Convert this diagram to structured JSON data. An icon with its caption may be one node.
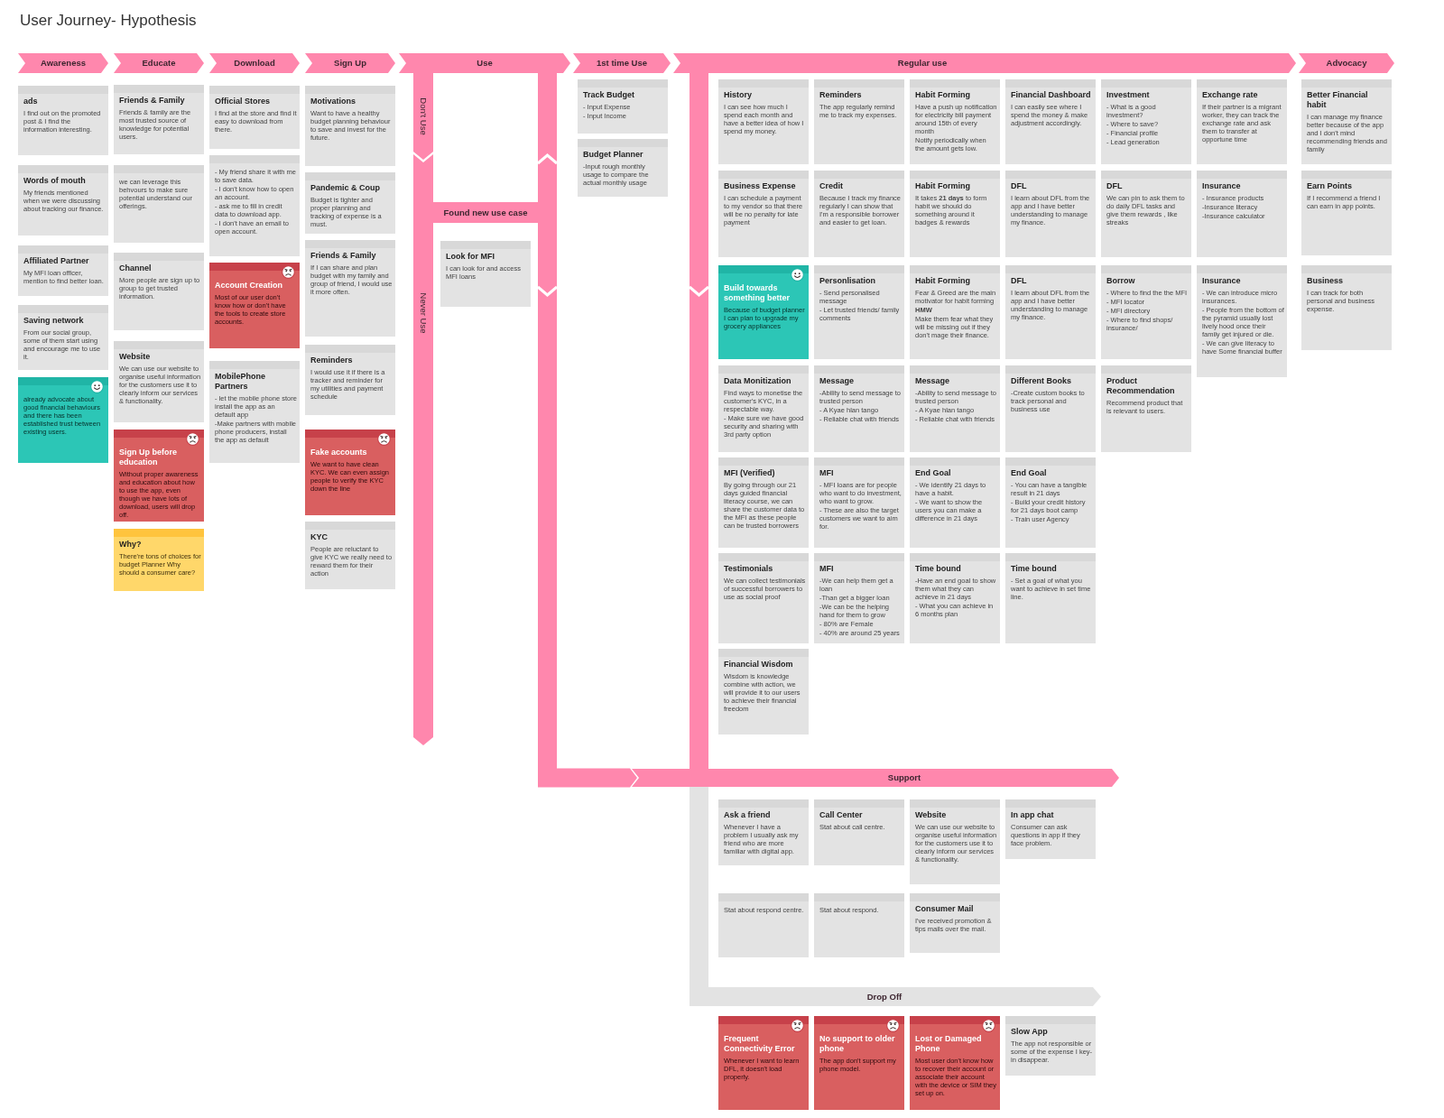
{
  "diagram": {
    "title": "User Journey- Hypothesis",
    "nodes": [
      {
        "text": [
          "Awareness"
        ]
      },
      {
        "text": [
          "Educate"
        ]
      },
      {
        "text": [
          "Download"
        ]
      },
      {
        "text": [
          "Sign Up"
        ]
      },
      {
        "text": [
          "Use"
        ]
      },
      {
        "text": [
          "1st time Use"
        ]
      },
      {
        "text": [
          "Regular use"
        ]
      },
      {
        "text": [
          "Advocacy"
        ]
      },
      {
        "text": [
          "Don't Use"
        ]
      },
      {
        "text": [
          "Never Use"
        ]
      },
      {
        "text": [
          "Found new use case"
        ]
      },
      {
        "text": [
          "Support"
        ]
      },
      {
        "text": [
          "Drop Off"
        ]
      },
      {
        "text": [
          "ads",
          "I find out on the promoted post & I find the information interesting."
        ]
      },
      {
        "text": [
          "Words of mouth",
          "My friends mentioned when we were discussing about tracking our finance."
        ]
      },
      {
        "text": [
          "Affiliated Partner",
          "My MFI loan officer, mention to find better loan."
        ]
      },
      {
        "text": [
          "Saving network",
          "From our social group, some of them start using and encourage me to use it."
        ]
      },
      {
        "text": [
          "already advocate about good financial behaviours and there has been established trust between existing users."
        ]
      },
      {
        "text": [
          "Friends & Family",
          "Friends & family are the most trusted source of knowledge for potential users."
        ]
      },
      {
        "text": [
          "we can leverage this behvours to make sure potential understand our offerings."
        ]
      },
      {
        "text": [
          "Channel",
          "More people are sign up to group to get trusted information."
        ]
      },
      {
        "text": [
          "Website",
          "We can use our website to organise useful information for the customers use it to clearly inform our services & functionality."
        ]
      },
      {
        "text": [
          "Sign Up before education",
          "Without proper awareness and education about how to use the app, even though we have lots of download, users will drop off."
        ]
      },
      {
        "text": [
          "Why?",
          "There're tons of choices for budget Planner Why should a consumer care?"
        ]
      },
      {
        "text": [
          "Official Stores",
          "I find at the store and find it easy to download from there."
        ]
      },
      {
        "text": [
          "- My friend share it with me to save data.",
          "- I don't know how to open an account.",
          "- ask me to fill in credit data to download app.",
          "- I don't have an email to open account."
        ]
      },
      {
        "text": [
          "Account Creation",
          "Most of our user don't know how or don't have the tools to create store accounts."
        ]
      },
      {
        "text": [
          "MobilePhone Partners",
          "- let the mobile phone store install the app as an default app",
          "-Make partners with mobile phone producers, install the app as default"
        ]
      },
      {
        "text": [
          "Motivations",
          "Want to have a healthy budget planning behaviour to save and invest for the future."
        ]
      },
      {
        "text": [
          "Pandemic & Coup",
          "Budget is tighter and proper planning and tracking of expense is a must."
        ]
      },
      {
        "text": [
          "Friends & Family",
          "If I can share and plan budget with my family and group of friend, I would use it more often."
        ]
      },
      {
        "text": [
          "Reminders",
          "I would use it if there is a tracker and reminder for my utilities and payment schedule"
        ]
      },
      {
        "text": [
          "Fake accounts",
          "We want to have clean KYC. We can even assign people to verify the KYC down the line"
        ]
      },
      {
        "text": [
          "KYC",
          "People are reluctant to give KYC we really need to reward them for their action"
        ]
      },
      {
        "text": [
          "Look for MFI",
          "I can look for and access MFI loans"
        ]
      },
      {
        "text": [
          "Track Budget",
          "- Input Expense",
          "- Input Income"
        ]
      },
      {
        "text": [
          "Budget Planner",
          "-Input rough monthly usage to compare the actual monthly usage"
        ]
      },
      {
        "text": [
          "History",
          "I can see how much I spend each month and have a better idea of how I spend my money."
        ]
      },
      {
        "text": [
          "Reminders",
          "The app regularly remind me to track my expenses."
        ]
      },
      {
        "text": [
          "Habit Forming",
          "Have a push up notification for electricity bill payment around 15th of every month",
          "Notify periodically when the amount gets low."
        ]
      },
      {
        "text": [
          "Financial Dashboard",
          "I can easily see where I spend the money & make adjustment accordingly."
        ]
      },
      {
        "text": [
          "Investment",
          "- What is a good investment?",
          "- Where to save?",
          "- Financial profile",
          "- Lead generation"
        ]
      },
      {
        "text": [
          "Exchange rate",
          "If their partner is a migrant worker, they can track the exchange rate and ask them to transfer at opportune time"
        ]
      },
      {
        "text": [
          "Business Expense",
          "I can schedule a payment to my vendor so that there will be no penalty for late payment"
        ]
      },
      {
        "text": [
          "Credit",
          "Because I track my finance regularly I can show that I'm a responsible borrower and easier to get loan."
        ]
      },
      {
        "text": [
          "Habit Forming",
          "It takes **21 days** to form habit we should do something around it badges & rewards"
        ]
      },
      {
        "text": [
          "DFL",
          "I learn about DFL from the app and I have better understanding to manage my finance."
        ]
      },
      {
        "text": [
          "DFL",
          "We can pin to ask them to do daily DFL tasks and give them rewards , like streaks"
        ]
      },
      {
        "text": [
          "Insurance",
          "- Insurance products",
          "-Insurance literacy",
          "-Insurance calculator"
        ]
      },
      {
        "text": [
          "Build towards something better",
          "Because of budget planner I can plan to upgrade my grocery appliances"
        ]
      },
      {
        "text": [
          "Personlisation",
          "- Send personalised message",
          "- Let trusted friends/ family comments"
        ]
      },
      {
        "text": [
          "Habit Forming",
          "Fear & Greed are the main motivator for habit forming",
          "HMW",
          "Make them fear what they will be missing out if they don't mage their finance."
        ]
      },
      {
        "text": [
          "DFL",
          "I learn about DFL from the app and I have better understanding to manage my finance."
        ]
      },
      {
        "text": [
          "Borrow",
          "- Where to find the the MFI",
          "- MFI locator",
          "- MFI directory",
          "- Where to find shops/ insurance/"
        ]
      },
      {
        "text": [
          "Insurance",
          "- We can introduce micro insurances.",
          "- People from the bottom of the pyramid usually lost lively hood once their family get injured or die.",
          "- We can give literacy to have Some financial buffer"
        ]
      },
      {
        "text": [
          "Data Monitization",
          "Find ways to monetise the customer's KYC, in a respectable way.",
          "- Make sure we have good security and sharing with 3rd party option"
        ]
      },
      {
        "text": [
          "Message",
          "-Ability to send message to trusted person",
          "- A Kyae hlan tango",
          "- Reliable chat with friends"
        ]
      },
      {
        "text": [
          "Message",
          "-Ability to send message to trusted person",
          "- A Kyae hlan tango",
          "- Reliable chat with friends"
        ]
      },
      {
        "text": [
          "Different Books",
          "-Create custom books to track personal and business use"
        ]
      },
      {
        "text": [
          "Product Recommendation",
          "Recommend product that is relevant to users."
        ]
      },
      {
        "text": [
          "MFI (Verified)",
          "By going through our 21 days guided financial literacy course, we can share the customer data to the MFI as these people can be trusted borrowers"
        ]
      },
      {
        "text": [
          "MFI",
          "- MFI loans are for people who want to do investment, who want to grow.",
          "- These are also the target customers we want to aim for."
        ]
      },
      {
        "text": [
          "End Goal",
          "- We identify 21 days to have a habit.",
          "- We want to show the users you can make a difference in 21 days"
        ]
      },
      {
        "text": [
          "End Goal",
          "- You can have a tangible result in 21 days",
          "- Build your credit history for 21 days boot camp",
          "- Train user Agency"
        ]
      },
      {
        "text": [
          "Testimonials",
          "We can collect testimonials of successful borrowers to use as social proof"
        ]
      },
      {
        "text": [
          "MFI",
          "-We can help them get a loan",
          "-Than get a bigger loan",
          "-We can be the helping hand for them to grow",
          "- 80% are Female",
          "- 40% are around 25 years"
        ]
      },
      {
        "text": [
          "Time bound",
          "-Have an end goal to show them what they can achieve in 21 days",
          "- What you can achieve in 6 months plan"
        ]
      },
      {
        "text": [
          "Time bound",
          "- Set a goal of what you want to achieve in set time line."
        ]
      },
      {
        "text": [
          "Financial Wisdom",
          "Wisdom is knowledge combine with action, we will provide it to our users to achieve their financial freedom"
        ]
      },
      {
        "text": [
          "Better Financial habit",
          "I can manage my finance better because of the app and I don't mind recommending friends and family"
        ]
      },
      {
        "text": [
          "Earn Points",
          "If I recommend a friend I can earn in app points."
        ]
      },
      {
        "text": [
          "Business",
          "I can track for both personal and business expense."
        ]
      },
      {
        "text": [
          "Ask a friend",
          "Whenever I have a problem I usually ask my friend who are more familiar with digital app."
        ]
      },
      {
        "text": [
          "Call Center",
          "Stat about call centre."
        ]
      },
      {
        "text": [
          "Website",
          "We can use our website to organise useful information for the customers use it to clearly inform our services & functionality."
        ]
      },
      {
        "text": [
          "In app chat",
          "Consumer can ask questions in app if they face problem."
        ]
      },
      {
        "text": [
          "Stat about respond centre."
        ]
      },
      {
        "text": [
          "Stat about respond."
        ]
      },
      {
        "text": [
          "Consumer Mail",
          "I've received promotion & tips mails over the mail."
        ]
      },
      {
        "text": [
          "Frequent Connectivity Error",
          "Whenever I want to learn DFL, it doesn't load properly."
        ]
      },
      {
        "text": [
          "No support to older phone",
          "The app don't support my phone model."
        ]
      },
      {
        "text": [
          "Lost or Damaged Phone",
          "Most user don't know how to recover their account or associate their account with the device or SIM they set up on."
        ]
      },
      {
        "text": [
          "Slow App",
          "The app not responsible or some of the expense I key-in disappear."
        ]
      }
    ],
    "edges": [
      {
        "from": 4,
        "to": 11,
        "arrow": "to"
      },
      {
        "from": 6,
        "to": 11,
        "arrow": "to"
      },
      {
        "from": 11,
        "to": 12,
        "arrow": "none",
        "color": "#e3e3e3"
      }
    ]
  }
}
